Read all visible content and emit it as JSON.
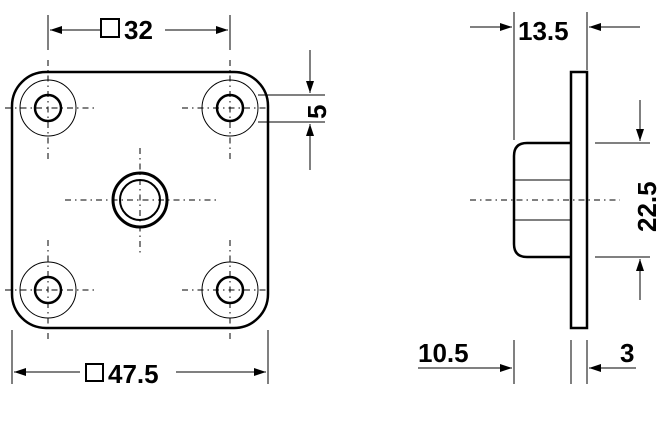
{
  "dimensions": {
    "top_width": "32",
    "bottom_width": "47.5",
    "right_offset": "5",
    "side_top": "13.5",
    "side_height": "22.5",
    "side_bottom_left": "10.5",
    "side_bottom_right": "3"
  },
  "symbols": {
    "square": "square-symbol"
  }
}
